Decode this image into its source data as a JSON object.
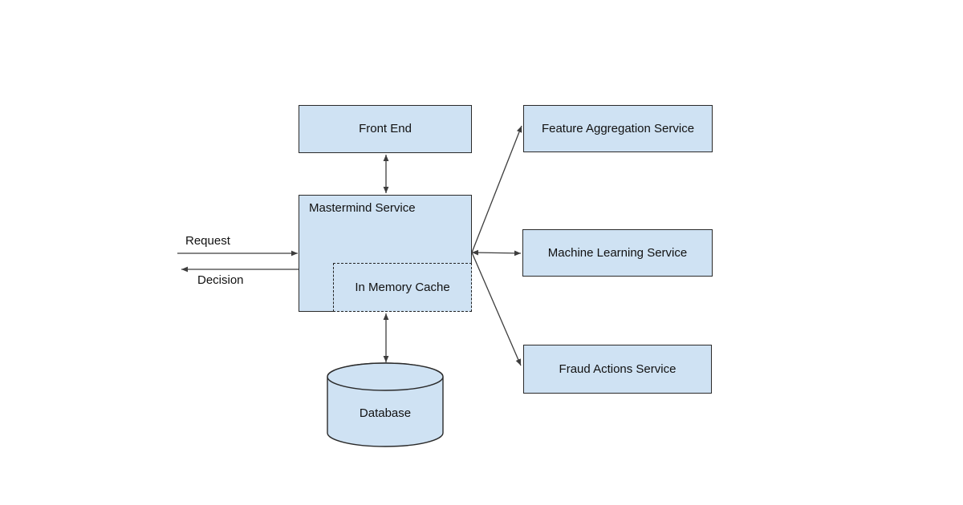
{
  "colors": {
    "background": "#ffffff",
    "node_fill": "#cfe2f3",
    "node_border": "#2a2a2a",
    "cache_border_dashed": "#222222",
    "connector_line": "#3d3d3d",
    "text": "#111111"
  },
  "nodes": {
    "front_end": {
      "label": "Front End"
    },
    "mastermind": {
      "label": "Mastermind Service"
    },
    "cache": {
      "label": "In Memory Cache"
    },
    "database": {
      "label": "Database"
    },
    "feature_aggregation": {
      "label": "Feature Aggregation Service"
    },
    "machine_learning": {
      "label": "Machine Learning Service"
    },
    "fraud_actions": {
      "label": "Fraud Actions Service"
    }
  },
  "edges": {
    "request_label": "Request",
    "decision_label": "Decision"
  }
}
